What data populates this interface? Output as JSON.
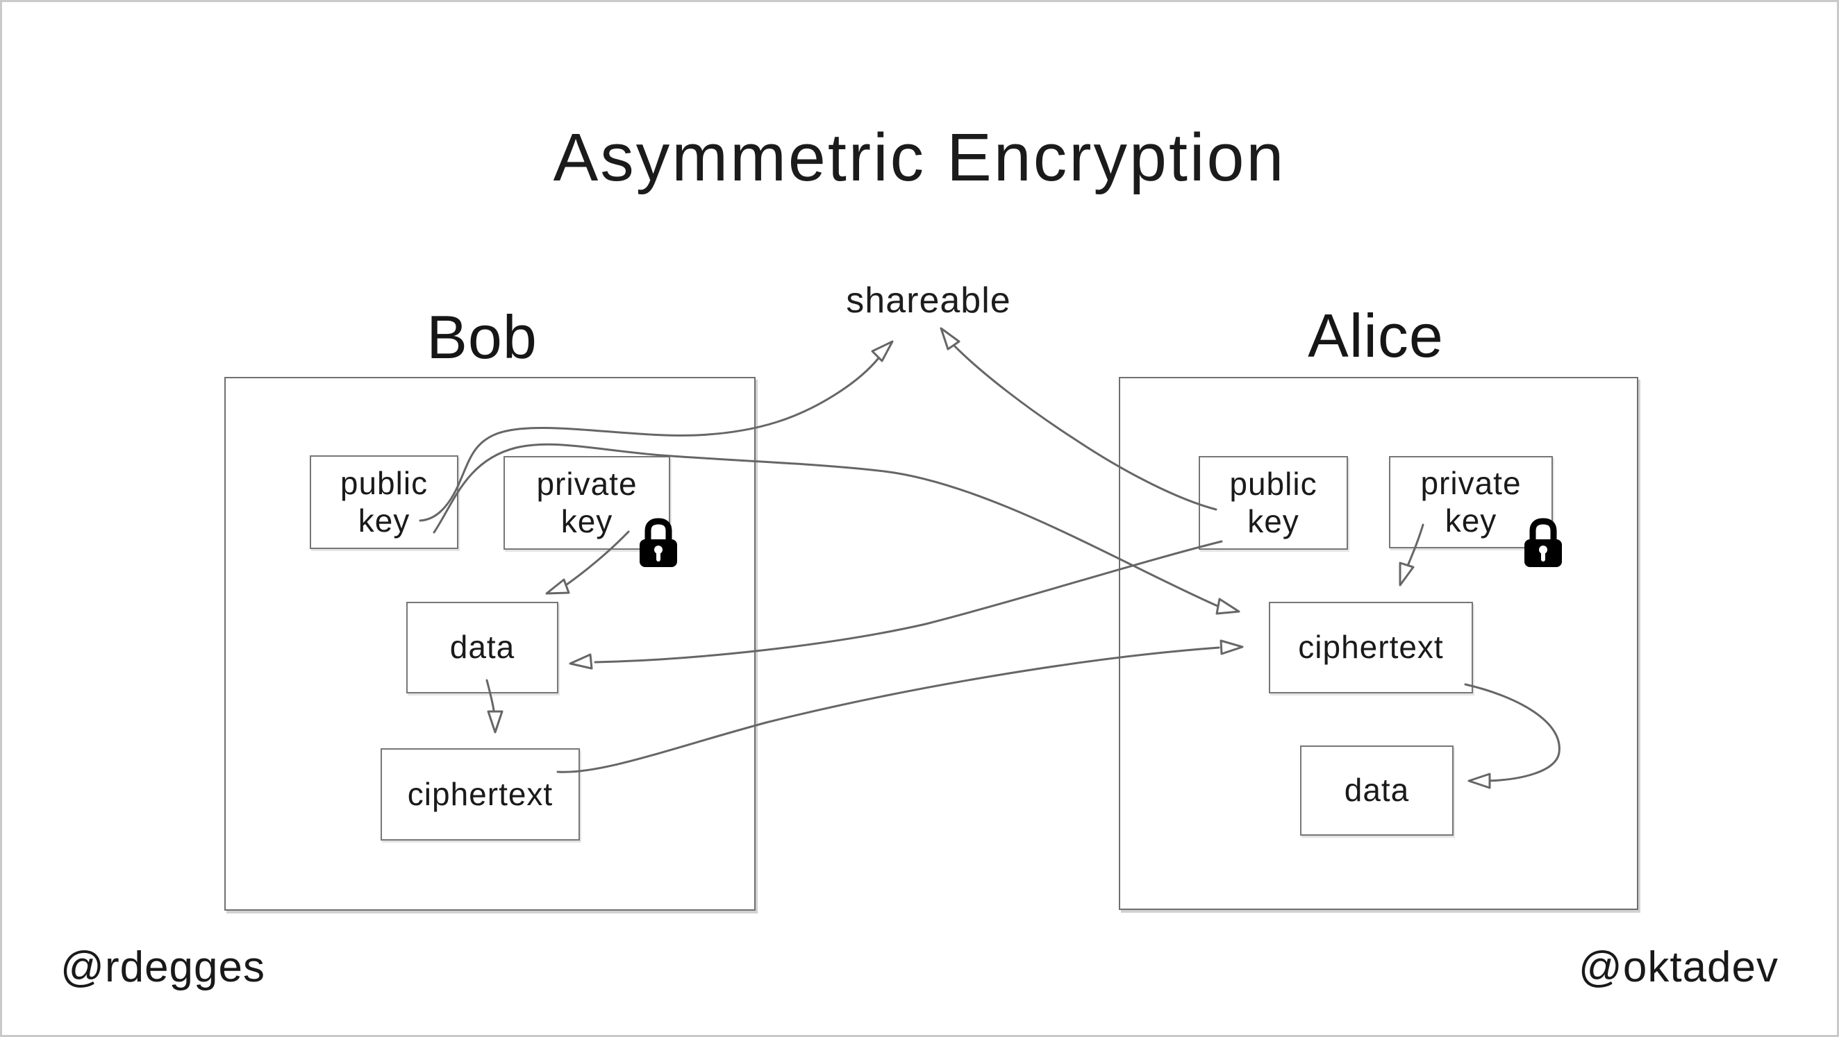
{
  "slide": {
    "title": "Asymmetric Encryption",
    "shareable_label": "shareable",
    "footer_left": "@rdegges",
    "footer_right": "@oktadev"
  },
  "bob": {
    "label": "Bob",
    "public_key": "public key",
    "private_key": "private key",
    "data": "data",
    "ciphertext": "ciphertext"
  },
  "alice": {
    "label": "Alice",
    "public_key": "public key",
    "private_key": "private key",
    "data": "data",
    "ciphertext": "ciphertext"
  },
  "icons": {
    "bob_private_key": "lock-icon",
    "alice_private_key": "lock-icon"
  },
  "colors": {
    "text": "#1a1a1a",
    "box_border": "#737373",
    "arrow": "#666666",
    "slide_border": "#c9c9c9",
    "lock": "#000000",
    "background": "#ffffff"
  },
  "relations": [
    "bob public key -> shareable",
    "alice public key -> shareable",
    "bob public key -> alice ciphertext",
    "alice public key -> bob data",
    "bob private key -> bob data",
    "bob data -> bob ciphertext",
    "bob ciphertext -> alice ciphertext",
    "alice private key -> alice ciphertext",
    "alice ciphertext -> alice data"
  ]
}
